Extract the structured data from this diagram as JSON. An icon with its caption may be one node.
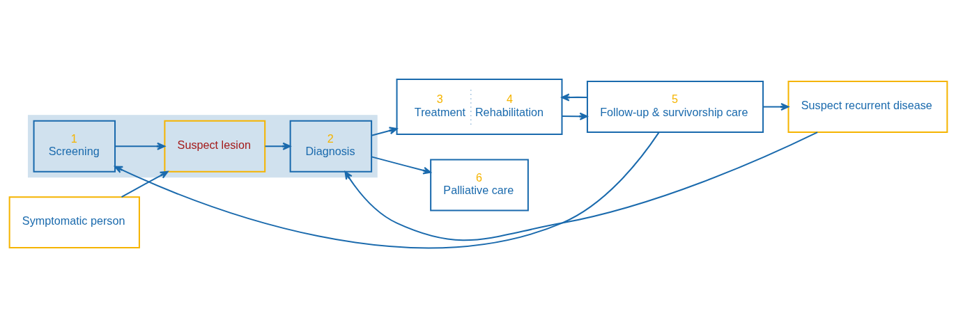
{
  "diagram": {
    "nodes": [
      {
        "text": [],
        "shape": "box"
      },
      {
        "text": [
          "Symptomatic person"
        ]
      },
      {
        "text": [
          "1",
          "Screening"
        ],
        "in": 0
      },
      {
        "text": [
          "Suspect lesion"
        ],
        "in": 0
      },
      {
        "text": [
          "2",
          "Diagnosis"
        ],
        "in": 0
      },
      {
        "text": [
          "3",
          "Treatment",
          "4",
          "Rehabilitation"
        ]
      },
      {
        "text": [
          "5",
          "Follow-up & survivorship care"
        ]
      },
      {
        "text": [
          "Suspect recurrent disease"
        ]
      },
      {
        "text": [
          "6",
          "Palliative care"
        ]
      }
    ],
    "edges": [
      {
        "from": 1,
        "to": 3,
        "arrow": "to"
      },
      {
        "from": 2,
        "to": 3,
        "arrow": "to"
      },
      {
        "from": 3,
        "to": 4,
        "arrow": "to"
      },
      {
        "from": 4,
        "to": 5,
        "arrow": "to"
      },
      {
        "from": 5,
        "to": 6,
        "arrow": "to"
      },
      {
        "from": 6,
        "to": 7,
        "arrow": "to"
      },
      {
        "from": 7,
        "to": 4,
        "arrow": "to"
      },
      {
        "from": 6,
        "to": 5,
        "arrow": "to"
      },
      {
        "from": 6,
        "to": 2,
        "arrow": "to"
      },
      {
        "from": 4,
        "to": 8,
        "arrow": "to"
      }
    ]
  }
}
